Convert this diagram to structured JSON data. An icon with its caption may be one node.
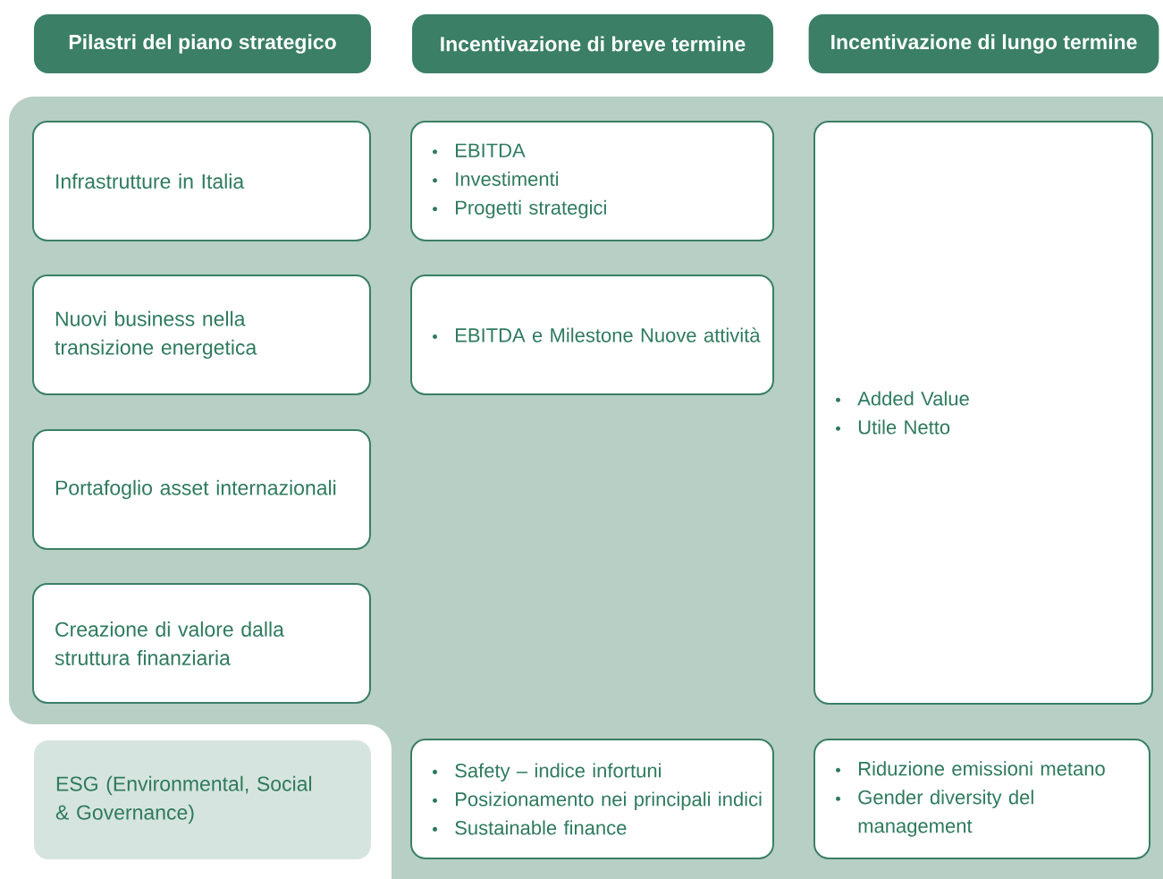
{
  "diagram": {
    "nodes": [
      {
        "text": [
          "Pilastri del piano strategico"
        ]
      },
      {
        "text": [
          "Incentivazione di breve termine"
        ]
      },
      {
        "text": [
          "Incentivazione di lungo termine"
        ]
      },
      {
        "text": [
          "Infrastrutture in Italia"
        ]
      },
      {
        "text": [
          "Nuovi business nella transizione energetica"
        ]
      },
      {
        "text": [
          "Portafoglio asset internazionali"
        ]
      },
      {
        "text": [
          "Creazione di valore dalla struttura finanziaria"
        ]
      },
      {
        "text": [
          "ESG (Environmental, Social & Governance)"
        ]
      },
      {
        "text": [
          "EBITDA",
          "Investimenti",
          "Progetti strategici"
        ]
      },
      {
        "text": [
          "EBITDA e Milestone Nuove attività"
        ]
      },
      {
        "text": [
          "Added Value",
          "Utile Netto"
        ]
      },
      {
        "text": [
          "Safety – indice infortuni",
          "Posizionamento nei principali indici",
          "Sustainable finance"
        ]
      },
      {
        "text": [
          "Riduzione emissioni metano",
          "Gender diversity del management"
        ]
      }
    ]
  }
}
